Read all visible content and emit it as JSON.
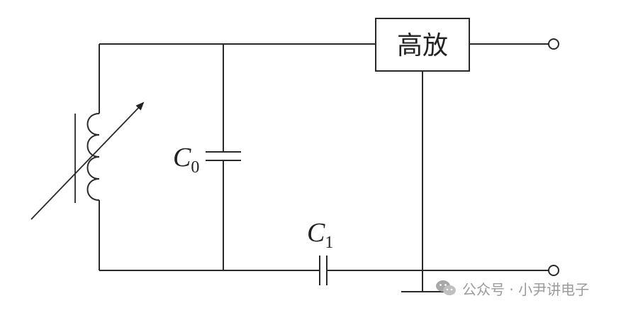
{
  "amplifier_label": "高放",
  "capacitor_c0": {
    "symbol": "C",
    "subscript": "0"
  },
  "capacitor_c1": {
    "symbol": "C",
    "subscript": "1"
  },
  "watermark": {
    "icon": "wechat-icon",
    "text": "公众号 · 小尹讲电子"
  }
}
